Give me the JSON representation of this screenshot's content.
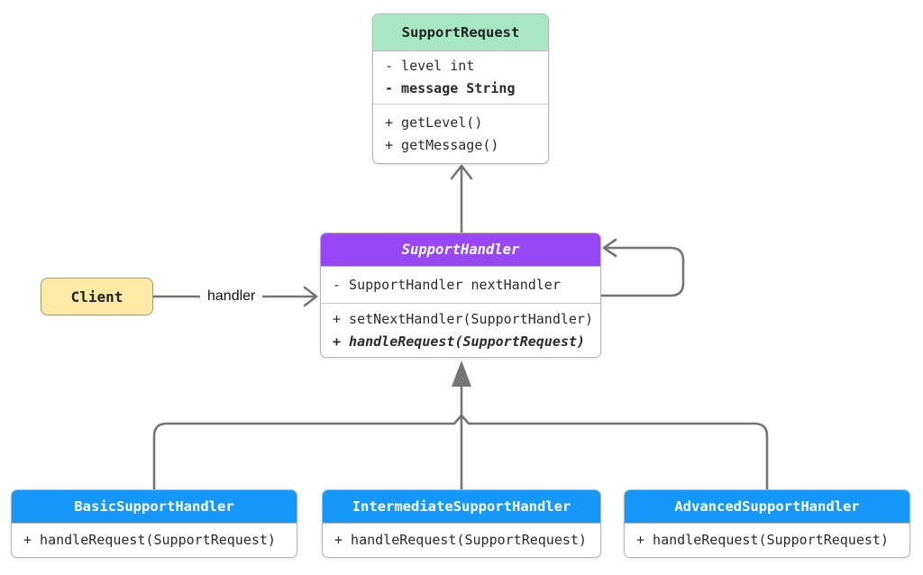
{
  "classes": {
    "support_request": {
      "name": "SupportRequest",
      "attributes": [
        "- level int",
        "- message String"
      ],
      "methods": [
        "+ getLevel()",
        "+ getMessage()"
      ]
    },
    "support_handler": {
      "name": "SupportHandler",
      "attributes": [
        "- SupportHandler nextHandler"
      ],
      "methods": [
        "+ setNextHandler(SupportHandler)",
        "+ handleRequest(SupportRequest)"
      ]
    },
    "basic_support_handler": {
      "name": "BasicSupportHandler",
      "methods": [
        "+ handleRequest(SupportRequest)"
      ]
    },
    "intermediate_support_handler": {
      "name": "IntermediateSupportHandler",
      "methods": [
        "+ handleRequest(SupportRequest)"
      ]
    },
    "advanced_support_handler": {
      "name": "AdvancedSupportHandler",
      "methods": [
        "+ handleRequest(SupportRequest)"
      ]
    }
  },
  "client": {
    "label": "Client"
  },
  "edge_labels": {
    "client_to_support_handler": "handler"
  },
  "colors": {
    "support_request_header": "#a7e8c4",
    "support_handler_header": "#9747f5",
    "subclass_header": "#1598fa",
    "client_fill": "#fce9a5",
    "edge": "#757575",
    "header_text_light": "#ffffff",
    "body_text": "#2b2b2b"
  }
}
